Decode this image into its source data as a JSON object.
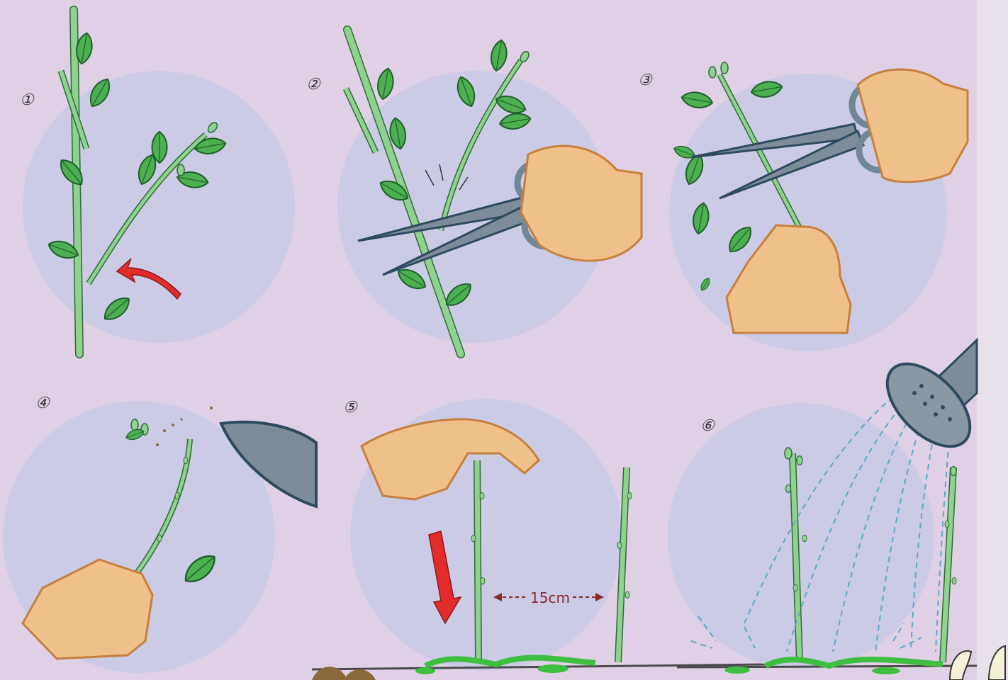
{
  "steps": [
    {
      "number": "①"
    },
    {
      "number": "②"
    },
    {
      "number": "③"
    },
    {
      "number": "④"
    },
    {
      "number": "⑤"
    },
    {
      "number": "⑥"
    }
  ],
  "spacing_label": "15cm",
  "colors": {
    "background": "#e0d0e6",
    "circle": "#cbcbe6",
    "stem": "#8fd18f",
    "leaf": "#4caf50",
    "hand": "#f0c08a",
    "blade": "#7d8c98",
    "arrow": "#e32b2b",
    "soil": "#4b4b4b",
    "grass": "#3fbf3f",
    "water": "#5ba8c8"
  }
}
